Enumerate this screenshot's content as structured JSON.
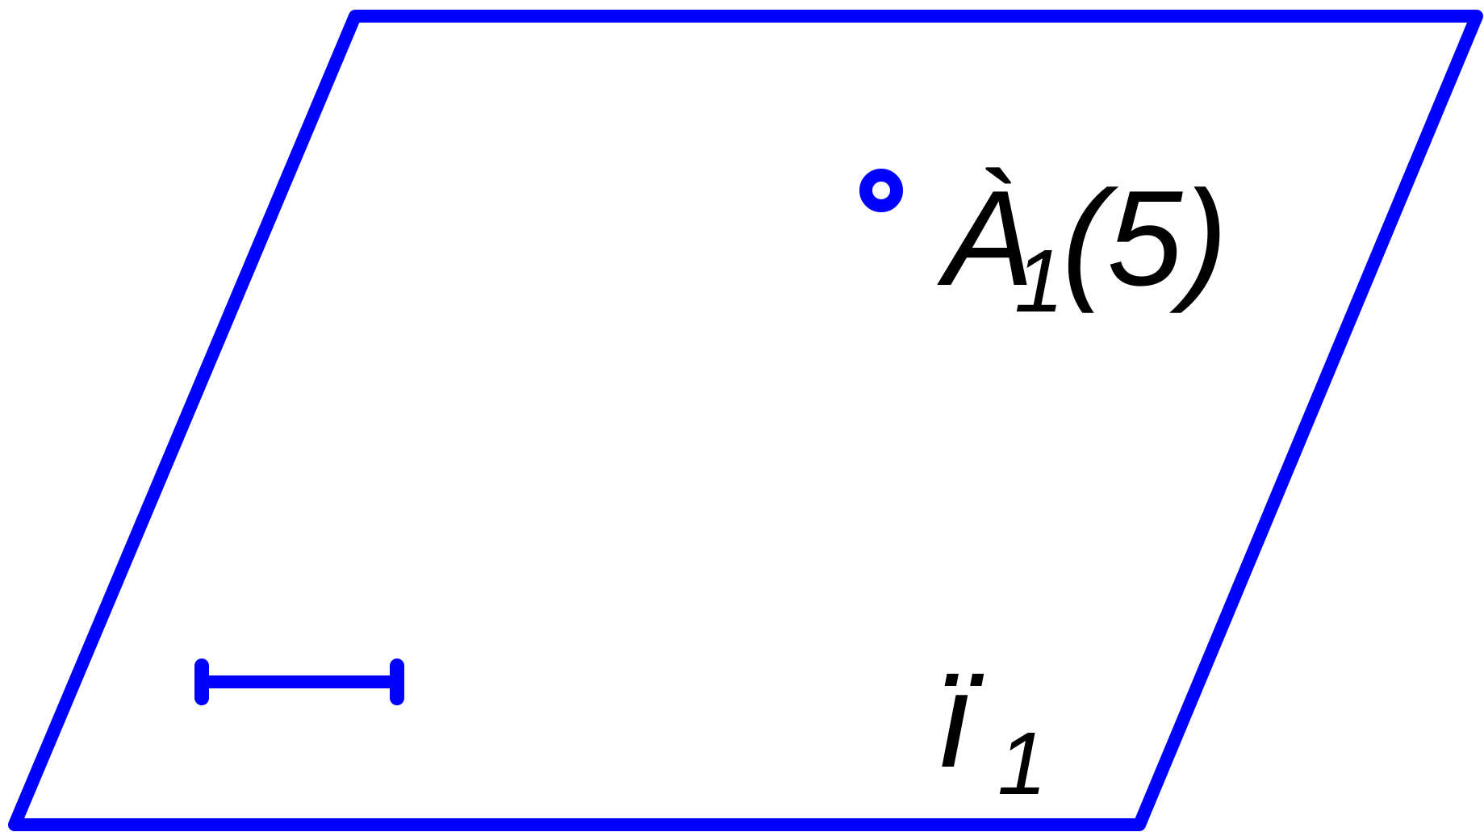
{
  "colors": {
    "stroke": "#0000ff",
    "text": "#000000",
    "background": "#ffffff"
  },
  "labels": {
    "point": {
      "letter": "À",
      "subscript": "1",
      "suffix": "(5)"
    },
    "plane": {
      "letter": "ï",
      "subscript": "1"
    }
  }
}
